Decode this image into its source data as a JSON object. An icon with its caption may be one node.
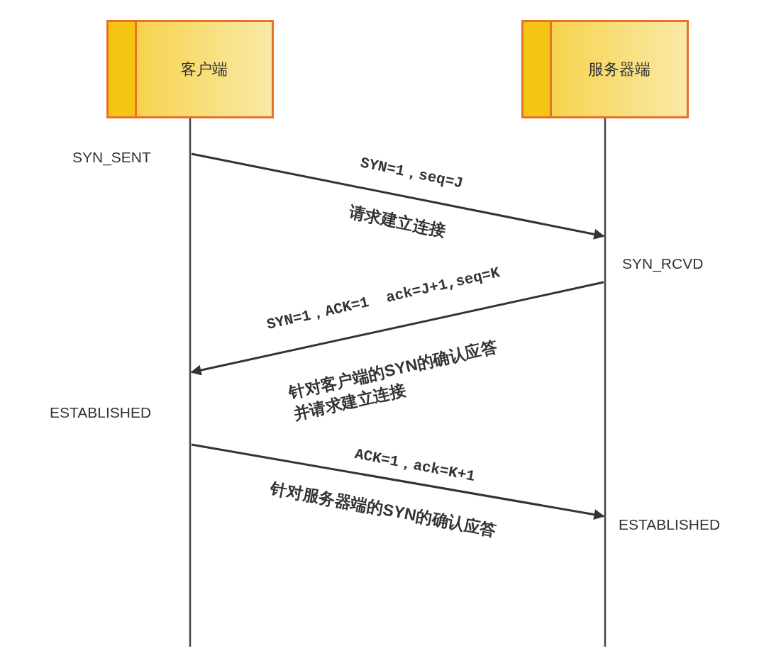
{
  "diagram": {
    "nodes": [
      {
        "text": [
          "客户端"
        ]
      },
      {
        "text": [
          "服务器端"
        ]
      }
    ],
    "edges": [
      {
        "from": 0,
        "to": 1,
        "arrow": "to",
        "label": "SYN=1，seq=J"
      },
      {
        "from": 1,
        "to": 0,
        "arrow": "to",
        "label": "SYN=1，ACK=1  ack=J+1,seq=K"
      },
      {
        "from": 0,
        "to": 1,
        "arrow": "to",
        "label": "ACK=1，ack=K+1"
      }
    ],
    "labels": [
      "SYN_SENT",
      "请求建立连接",
      "SYN_RCVD",
      "针对客户端的SYN的确认应答并请求建立连接",
      "ESTABLISHED",
      "针对服务器端的SYN的确认应答",
      "ESTABLISHED"
    ]
  }
}
